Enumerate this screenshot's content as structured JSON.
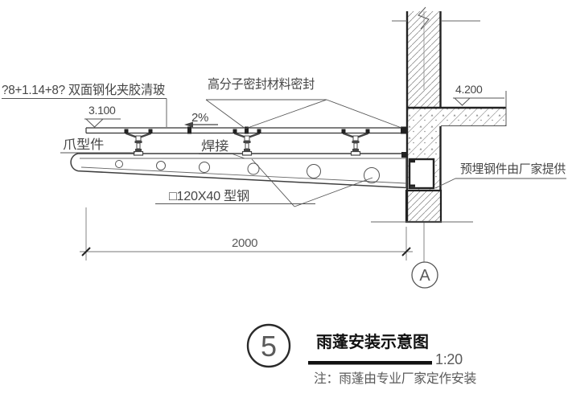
{
  "drawing": {
    "labels": {
      "glass_spec": "?8+1.14+8? 双面钢化夹胶清玻",
      "sealant": "高分子密封材料密封",
      "slope": "2%",
      "claw_fitting": "爪型件",
      "weld": "焊接",
      "steel_tube": "□120X40 型钢",
      "embed_steel": "预埋钢件由厂家提供"
    },
    "elevations": {
      "canopy_level": "3.100",
      "slab_level": "4.200"
    },
    "dimension_2000": "2000",
    "axis_letter": "A"
  },
  "title_block": {
    "detail_number": "5",
    "title": "雨蓬安装示意图",
    "scale": "1:20",
    "note": "注：雨蓬由专业厂家定作安装"
  },
  "colors": {
    "line": "#474747",
    "heavy_line": "#222222",
    "hatch": "#8f8f8f",
    "title_text": "#111111",
    "background": "#ffffff"
  }
}
